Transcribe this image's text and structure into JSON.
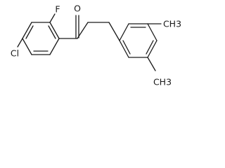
{
  "molecule": {
    "atom_labels": {
      "oxygen": "O",
      "fluorine": "F",
      "chlorine": "Cl",
      "methyl_top": "CH3",
      "methyl_bottom": "CH3"
    }
  }
}
